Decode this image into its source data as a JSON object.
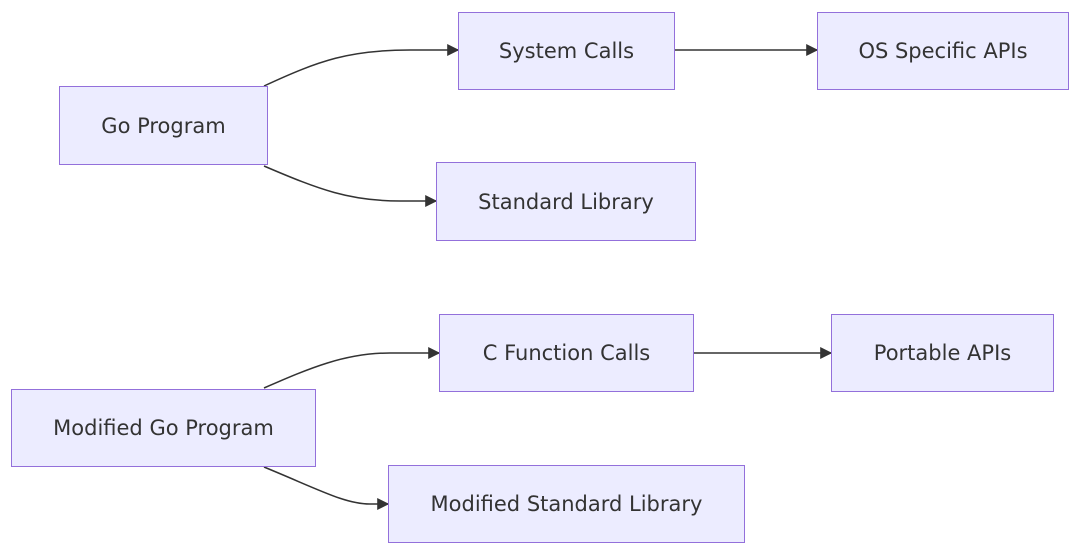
{
  "colors": {
    "node_fill": "#ECECFF",
    "node_border": "#9370DB",
    "edge": "#333333",
    "text": "#333333"
  },
  "nodes": {
    "go_program": "Go Program",
    "system_calls": "System Calls",
    "os_specific_apis": "OS Specific APIs",
    "standard_library": "Standard Library",
    "modified_go_program": "Modified Go Program",
    "c_function_calls": "C Function Calls",
    "portable_apis": "Portable APIs",
    "modified_standard_library": "Modified Standard Library"
  },
  "edges": [
    {
      "from": "Go Program",
      "to": "System Calls"
    },
    {
      "from": "System Calls",
      "to": "OS Specific APIs"
    },
    {
      "from": "Go Program",
      "to": "Standard Library"
    },
    {
      "from": "Modified Go Program",
      "to": "C Function Calls"
    },
    {
      "from": "C Function Calls",
      "to": "Portable APIs"
    },
    {
      "from": "Modified Go Program",
      "to": "Modified Standard Library"
    }
  ]
}
